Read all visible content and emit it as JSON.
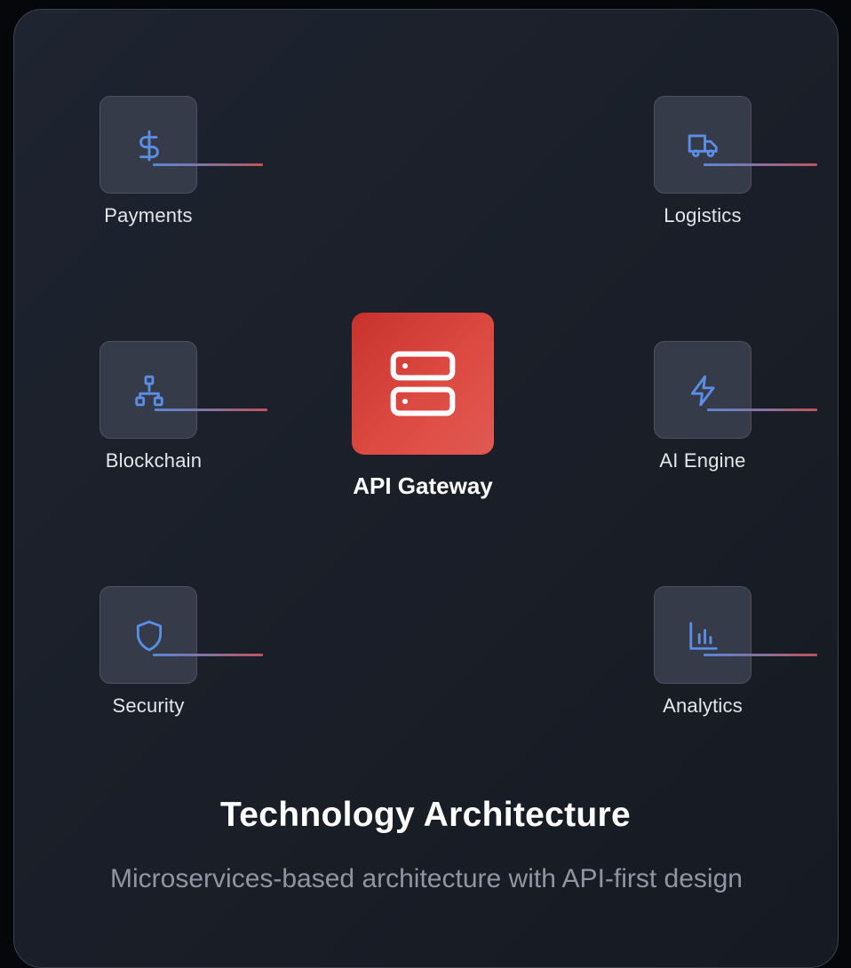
{
  "center": {
    "label": "API Gateway",
    "icon": "server-icon"
  },
  "nodes": [
    {
      "key": "payments",
      "label": "Payments",
      "icon": "dollar-icon"
    },
    {
      "key": "logistics",
      "label": "Logistics",
      "icon": "truck-icon"
    },
    {
      "key": "blockchain",
      "label": "Blockchain",
      "icon": "network-icon"
    },
    {
      "key": "ai-engine",
      "label": "AI Engine",
      "icon": "lightning-icon"
    },
    {
      "key": "security",
      "label": "Security",
      "icon": "shield-icon"
    },
    {
      "key": "analytics",
      "label": "Analytics",
      "icon": "bar-chart-icon"
    }
  ],
  "heading": "Technology Architecture",
  "description": "Microservices-based architecture with API-first design",
  "colors": {
    "accent_red": "#d9443c",
    "icon_blue": "#5b8ee6",
    "card_bg": "#1c212b",
    "node_bg": "#353b48"
  }
}
